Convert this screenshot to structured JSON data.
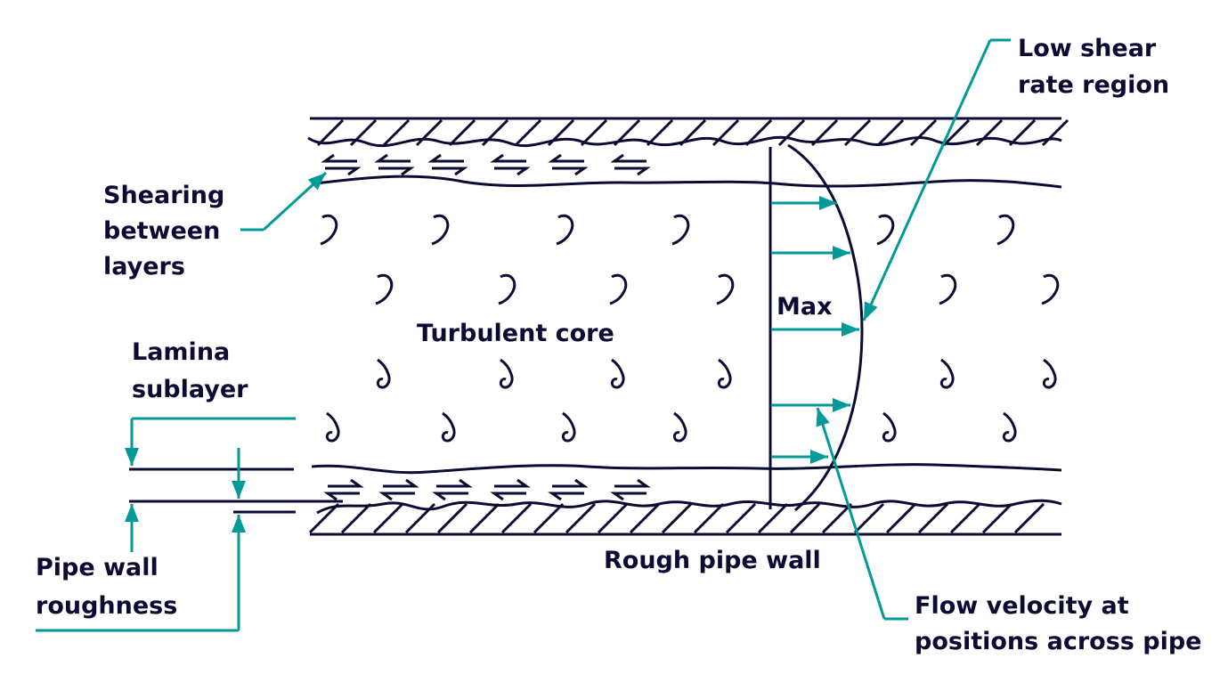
{
  "labels": {
    "low_shear": [
      "Low shear",
      "rate region"
    ],
    "shearing": [
      "Shearing",
      "between",
      "layers"
    ],
    "turbulent_core": "Turbulent core",
    "max": "Max",
    "lamina": [
      "Lamina",
      "sublayer"
    ],
    "pipe_wall_roughness": [
      "Pipe wall",
      "roughness"
    ],
    "rough_pipe_wall": "Rough pipe wall",
    "flow_velocity": [
      "Flow velocity at",
      "positions across pipe"
    ]
  },
  "colors": {
    "ink": "#0b0b33",
    "accent": "#009b98"
  }
}
